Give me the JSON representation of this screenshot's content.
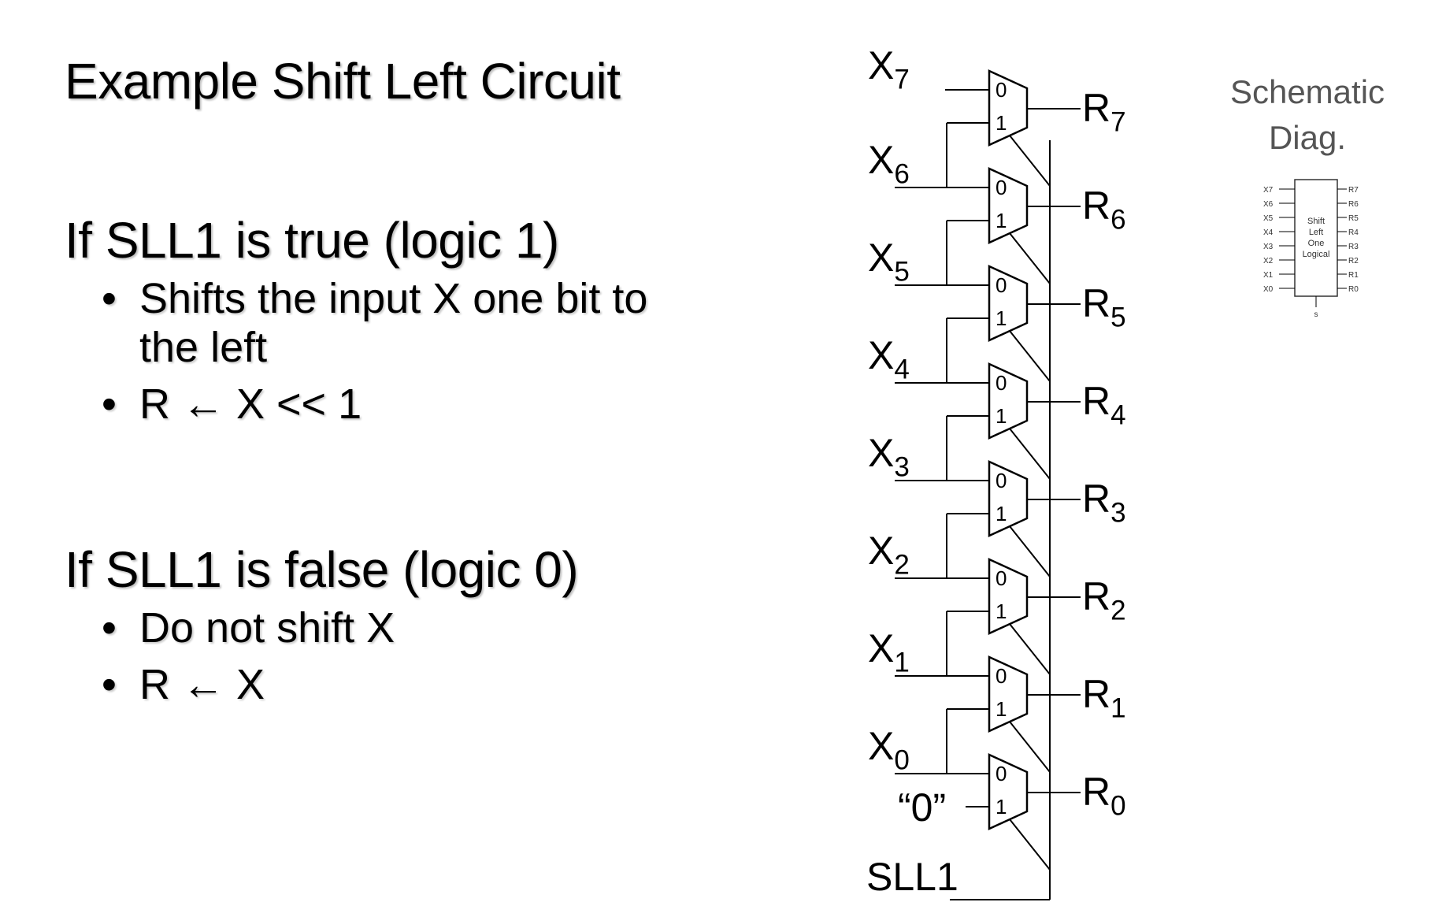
{
  "title": "Example Shift Left Circuit",
  "sections": [
    {
      "heading": "If SLL1 is true (logic 1)",
      "bullets": [
        "Shifts the input X one bit to the left",
        "R ← X << 1"
      ]
    },
    {
      "heading": "If SLL1 is false (logic 0)",
      "bullets": [
        "Do not shift X",
        "R ← X"
      ]
    }
  ],
  "circuit": {
    "input_prefix": "X",
    "output_prefix": "R",
    "bits": [
      "7",
      "6",
      "5",
      "4",
      "3",
      "2",
      "1",
      "0"
    ],
    "mux_labels": [
      "0",
      "1"
    ],
    "zero_input_label": "“0”",
    "select_label": "SLL1"
  },
  "schematic": {
    "title_line1": "Schematic",
    "title_line2": "Diag.",
    "block_lines": [
      "Shift",
      "Left",
      "One",
      "Logical"
    ],
    "inputs": [
      "X7",
      "X6",
      "X5",
      "X4",
      "X3",
      "X2",
      "X1",
      "X0"
    ],
    "outputs": [
      "R7",
      "R6",
      "R5",
      "R4",
      "R3",
      "R2",
      "R1",
      "R0"
    ],
    "select": "s"
  }
}
